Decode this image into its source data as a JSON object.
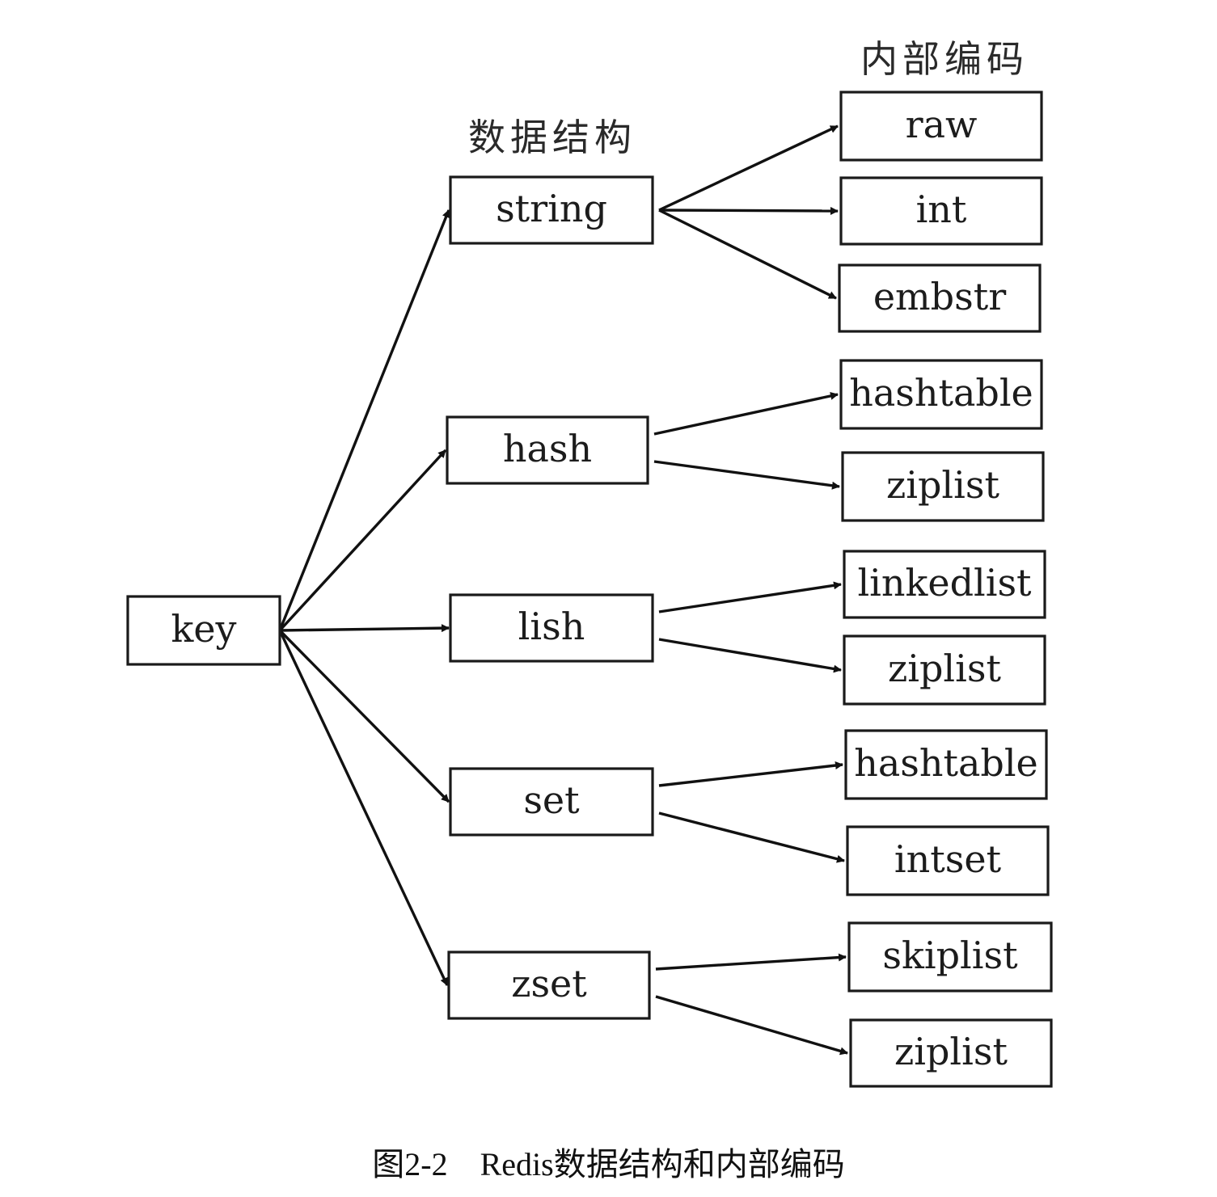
{
  "headers": {
    "structures": "数据结构",
    "encodings": "内部编码"
  },
  "root": {
    "id": "key",
    "label": "key"
  },
  "structures": [
    {
      "id": "string",
      "label": "string",
      "encodings": [
        {
          "id": "raw",
          "label": "raw"
        },
        {
          "id": "int",
          "label": "int"
        },
        {
          "id": "embstr",
          "label": "embstr"
        }
      ]
    },
    {
      "id": "hash",
      "label": "hash",
      "encodings": [
        {
          "id": "hash-hashtable",
          "label": "hashtable"
        },
        {
          "id": "hash-ziplist",
          "label": "ziplist"
        }
      ]
    },
    {
      "id": "lish",
      "label": "lish",
      "encodings": [
        {
          "id": "list-linkedlist",
          "label": "linkedlist"
        },
        {
          "id": "list-ziplist",
          "label": "ziplist"
        }
      ]
    },
    {
      "id": "set",
      "label": "set",
      "encodings": [
        {
          "id": "set-hashtable",
          "label": "hashtable"
        },
        {
          "id": "set-intset",
          "label": "intset"
        }
      ]
    },
    {
      "id": "zset",
      "label": "zset",
      "encodings": [
        {
          "id": "zset-skiplist",
          "label": "skiplist"
        },
        {
          "id": "zset-ziplist",
          "label": "ziplist"
        }
      ]
    }
  ],
  "caption": {
    "number": "图2-2",
    "title": "Redis数据结构和内部编码"
  }
}
